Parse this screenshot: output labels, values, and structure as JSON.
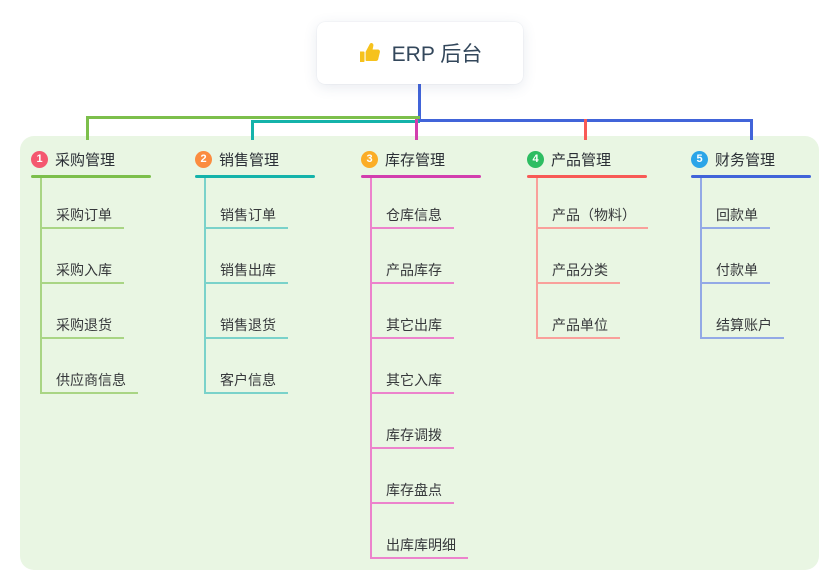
{
  "page": {
    "background": "#ffffff",
    "panel_background": "#e9f6e3"
  },
  "root": {
    "label": "ERP 后台",
    "icon": "thumbs-up-icon",
    "icon_color": "#f6c21d",
    "text_color": "#33475b",
    "connector_color": "#4164d9"
  },
  "branches": [
    {
      "badge": "1",
      "badge_color": "#f4586f",
      "label": "采购管理",
      "color": "#7cbf4b",
      "light_color": "#a9d584",
      "children": [
        "采购订单",
        "采购入库",
        "采购退货",
        "供应商信息"
      ]
    },
    {
      "badge": "2",
      "badge_color": "#fb8c3f",
      "label": "销售管理",
      "color": "#14b3aa",
      "light_color": "#7ad2ca",
      "children": [
        "销售订单",
        "销售出库",
        "销售退货",
        "客户信息"
      ]
    },
    {
      "badge": "3",
      "badge_color": "#fbad26",
      "label": "库存管理",
      "color": "#d23fae",
      "light_color": "#ec83cc",
      "children": [
        "仓库信息",
        "产品库存",
        "其它出库",
        "其它入库",
        "库存调拨",
        "库存盘点",
        "出库库明细"
      ]
    },
    {
      "badge": "4",
      "badge_color": "#2ebd62",
      "label": "产品管理",
      "color": "#f85a56",
      "light_color": "#f9a09b",
      "children": [
        "产品（物料）",
        "产品分类",
        "产品单位"
      ]
    },
    {
      "badge": "5",
      "badge_color": "#2ba5e8",
      "label": "财务管理",
      "color": "#4164d9",
      "light_color": "#93a9e6",
      "children": [
        "回款单",
        "付款单",
        "结算账户"
      ]
    }
  ]
}
